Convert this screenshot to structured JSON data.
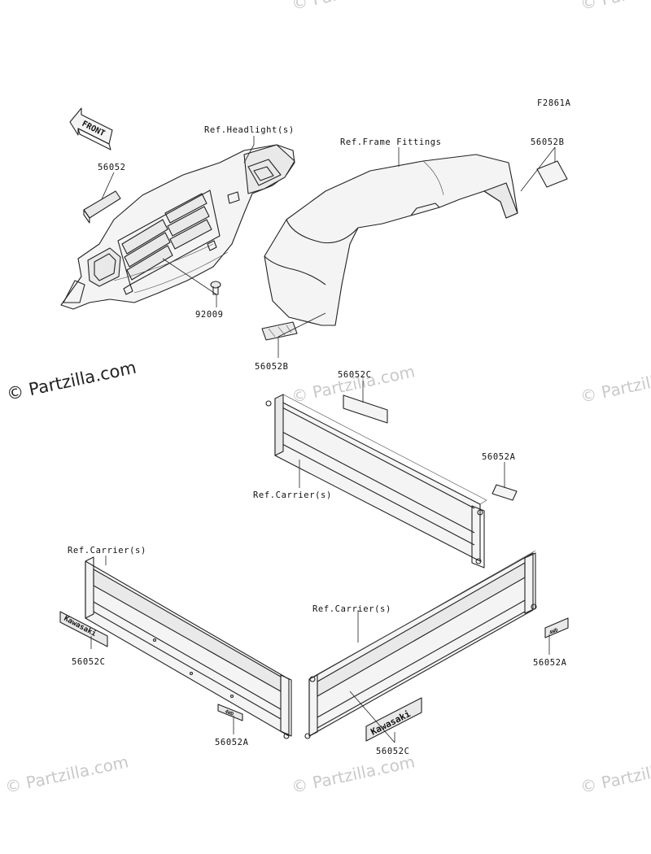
{
  "figure_id": "F2861A",
  "watermark_main": "© Partzilla.com",
  "watermark_faint": "© Partzilla.com",
  "front_label": "FRONT",
  "labels": {
    "ref_headlight": "Ref.Headlight(s)",
    "ref_frame_fittings": "Ref.Frame Fittings",
    "part_56052_top_left": "56052",
    "part_56052B_top_right": "56052B",
    "part_92009": "92009",
    "part_56052B_center": "56052B",
    "part_56052C_center": "56052C",
    "part_56052A_right": "56052A",
    "ref_carrier_middle": "Ref.Carrier(s)",
    "ref_carrier_left": "Ref.Carrier(s)",
    "ref_carrier_right": "Ref.Carrier(s)",
    "part_56052C_left": "56052C",
    "part_56052A_lower_left": "56052A",
    "part_56052A_lower_right": "56052A",
    "part_56052C_lower_right": "56052C"
  },
  "decals": {
    "kawasaki_text": "Kawasaki",
    "fourwd_text": "4WD"
  }
}
